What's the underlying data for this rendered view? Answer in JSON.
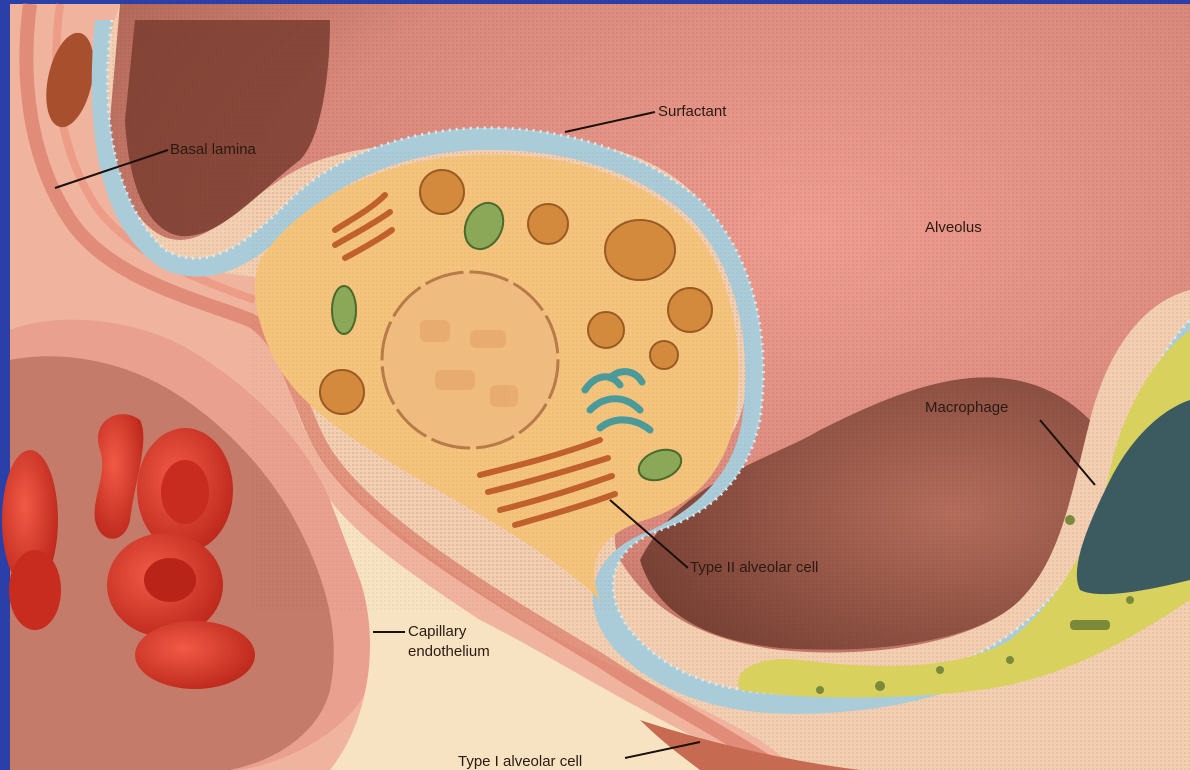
{
  "labels": {
    "basal_lamina": "Basal lamina",
    "surfactant": "Surfactant",
    "alveolus": "Alveolus",
    "macrophage": "Macrophage",
    "type_ii_cell": "Type II alveolar cell",
    "capillary_line1": "Capillary",
    "capillary_line2": "endothelium",
    "type_i_cell": "Type I alveolar cell"
  },
  "colors": {
    "frame": "#2b3fa8",
    "alveolus_fill": "#e89a8c",
    "alveolus_shadow": "#8c4a3c",
    "surfactant": "#a8c8d4",
    "type_ii_cytoplasm": "#f2c27a",
    "nucleus": "#f0b878",
    "tissue_pink": "#f0b8a8",
    "connective": "#f6dcb8",
    "rbc": "#e0392a",
    "macrophage_body": "#d8d060",
    "macrophage_nucleus": "#3a5a60",
    "organelle_orange": "#c87a34",
    "mitochondria": "#7a9a48",
    "golgi": "#4a9a9a"
  }
}
